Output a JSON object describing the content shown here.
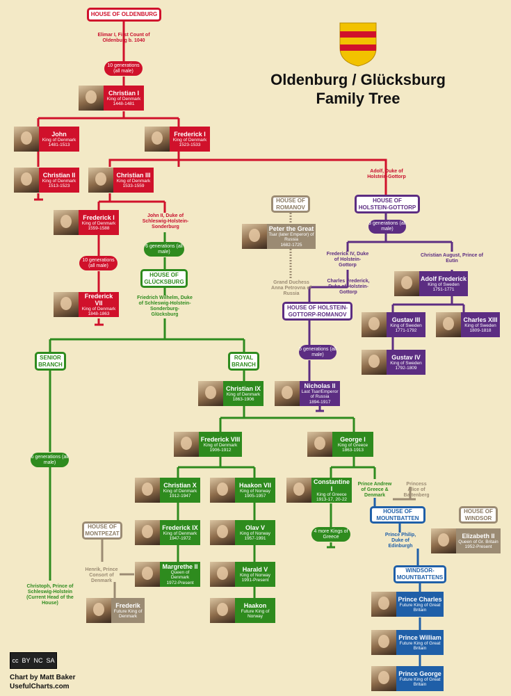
{
  "title": {
    "line1": "Oldenburg / Glücksburg",
    "line2": "Family Tree"
  },
  "credit": {
    "author": "Chart by Matt Baker",
    "site": "UsefulCharts.com"
  },
  "license": {
    "glyphs": [
      "cc",
      "BY",
      "NC",
      "SA"
    ]
  },
  "houses": {
    "oldenburg": "House of Oldenburg",
    "romanov": "House of Romanov",
    "holstein_gottorp": "House of Holstein-Gottorp",
    "glucksburg": "House of Glücksburg",
    "holstein_gottorp_romanov": "House of Holstein-Gottorp-Romanov",
    "senior_branch": "Senior Branch",
    "royal_branch": "Royal Branch",
    "montpezat": "House of Montpezat",
    "mountbatten": "House of Mountbatten",
    "windsor": "House of Windsor",
    "windsor_mountbattens": "Windsor-Mountbattens"
  },
  "notes": {
    "elimar": "Elimar I, First Count of Oldenburg b. 1040",
    "adolf_duke": "Adolf, Duke of Holstein-Gottorp",
    "john_ii": "John II, Duke of Schleswig-Holstein-Sonderburg",
    "friedrich_wilhelm": "Friedrich Wilhelm, Duke of Schleswig-Holstein-Sonderburg-Glücksburg",
    "frederick_iv": "Frederick IV, Duke of Holstein-Gottorp",
    "christian_august": "Christian August, Prince of Eutin",
    "anna_petrovna": "Grand Duchess Anna Petrovna of Russia",
    "charles_frederick": "Charles Frederick, Duke of Holstein-Gottorp",
    "prince_andrew": "Prince Andrew of Greece & Denmark",
    "princess_alice": "Princess Alice of Battenberg",
    "prince_philip": "Prince Philip, Duke of Edinburgh",
    "henrik": "Henrik, Prince Consort of Denmark",
    "christoph": "Christoph, Prince of Schleswig-Holstein (Current Head of the House)"
  },
  "pills": {
    "gen10_male": "10 generations (all male)",
    "gen10_male_b": "10 generations (all male)",
    "gen6_male": "6 generations (all male)",
    "gen3_male": "3 generations (all male)",
    "gen5_male": "5 generations (all male)",
    "gen6_male_b": "6 generations (all male)",
    "more_kings": "4 more Kings of Greece"
  },
  "people": {
    "christian_i": {
      "name": "Christian I",
      "title": "King of Denmark",
      "years": "1448-1481"
    },
    "john": {
      "name": "John",
      "title": "King of Denmark",
      "years": "1481-1513"
    },
    "frederick_i": {
      "name": "Frederick I",
      "title": "King of Denmark",
      "years": "1523-1533"
    },
    "christian_ii": {
      "name": "Christian II",
      "title": "King of Denmark",
      "years": "1513-1523"
    },
    "christian_iii": {
      "name": "Christian III",
      "title": "King of Denmark",
      "years": "1533-1559"
    },
    "frederick_ii": {
      "name": "Frederick I",
      "title": "King of Denmark",
      "years": "1559-1588"
    },
    "frederick_vii": {
      "name": "Frederick VII",
      "title": "King of Denmark",
      "years": "1848-1863"
    },
    "peter_great": {
      "name": "Peter the Great",
      "title": "Tsar (later Emperor) of Russia",
      "years": "1682-1725"
    },
    "adolf_frederick": {
      "name": "Adolf Frederick",
      "title": "King of Sweden",
      "years": "1751-1771"
    },
    "gustav_iii": {
      "name": "Gustav III",
      "title": "King of Sweden",
      "years": "1771-1792"
    },
    "charles_xiii": {
      "name": "Charles XIII",
      "title": "King of Sweden",
      "years": "1809-1818"
    },
    "gustav_iv": {
      "name": "Gustav IV",
      "title": "King of Sweden",
      "years": "1792-1809"
    },
    "nicholas_ii": {
      "name": "Nicholas II",
      "title": "Last Tsar/Emperor of Russia",
      "years": "1894-1917"
    },
    "christian_ix": {
      "name": "Christian IX",
      "title": "King of Denmark",
      "years": "1863-1906"
    },
    "frederick_viii": {
      "name": "Frederick VIII",
      "title": "King of Denmark",
      "years": "1906-1912"
    },
    "george_i": {
      "name": "George I",
      "title": "King of Greece",
      "years": "1863-1913"
    },
    "christian_x": {
      "name": "Christian X",
      "title": "King of Denmark",
      "years": "1912-1947"
    },
    "haakon_vii": {
      "name": "Haakon VII",
      "title": "King of Norway",
      "years": "1905-1957"
    },
    "constantine_i": {
      "name": "Constantine I",
      "title": "King of Greece",
      "years": "1913-17, 20-22"
    },
    "frederick_ix": {
      "name": "Frederick IX",
      "title": "King of Denmark",
      "years": "1947-1972"
    },
    "olav_v": {
      "name": "Olav V",
      "title": "King of Norway",
      "years": "1957-1991"
    },
    "elizabeth_ii": {
      "name": "Elizabeth II",
      "title": "Queen of Gr. Britain",
      "years": "1952-Present"
    },
    "margrethe_ii": {
      "name": "Margrethe II",
      "title": "Queen of Denmark",
      "years": "1972-Present"
    },
    "harald_v": {
      "name": "Harald V",
      "title": "King of Norway",
      "years": "1991-Present"
    },
    "frederik": {
      "name": "Frederik",
      "title": "Future King of Denmark",
      "years": ""
    },
    "haakon": {
      "name": "Haakon",
      "title": "Future King of Norway",
      "years": ""
    },
    "prince_charles": {
      "name": "Prince Charles",
      "title": "Future King of Great Britain",
      "years": ""
    },
    "prince_william": {
      "name": "Prince William",
      "title": "Future King of Great Britain",
      "years": ""
    },
    "prince_george": {
      "name": "Prince George",
      "title": "Future King of Great Britain",
      "years": ""
    }
  },
  "colors": {
    "red": "#d0112b",
    "green": "#2e8b1e",
    "purple": "#5c2d82",
    "blue": "#1f5fa8",
    "gray": "#9b8b73",
    "background": "#f3e9c6"
  }
}
